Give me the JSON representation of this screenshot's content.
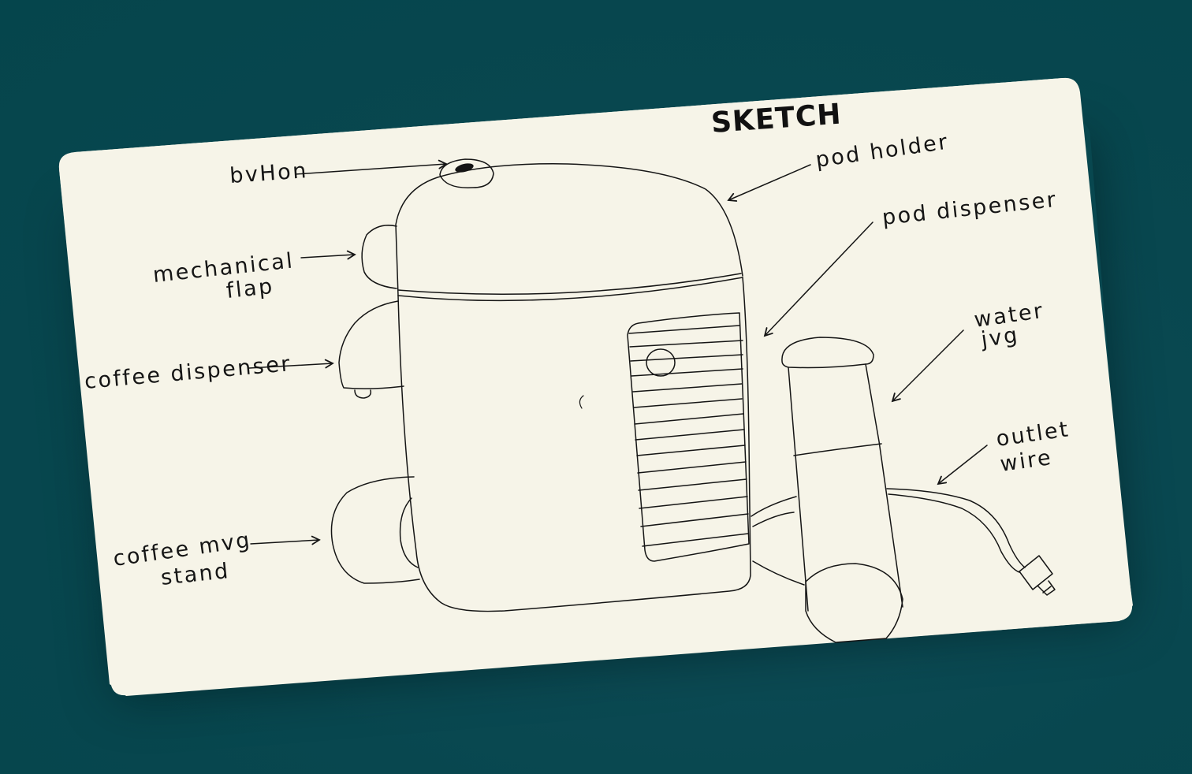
{
  "title": "SKETCH",
  "labels": {
    "button": "bvHon",
    "mechanical_flap_1": "mechanical",
    "mechanical_flap_2": "flap",
    "coffee_dispenser": "coffee dispenser",
    "coffee_mug_stand_1": "coffee mvg",
    "coffee_mug_stand_2": "stand",
    "pod_holder": "pod holder",
    "pod_dispenser": "pod dispenser",
    "water_jug_1": "water",
    "water_jug_2": "jvg",
    "outlet_wire_1": "outlet",
    "outlet_wire_2": "wire"
  },
  "colors": {
    "background": "#08474f",
    "card": "#f6f4e8",
    "ink": "#151515"
  }
}
